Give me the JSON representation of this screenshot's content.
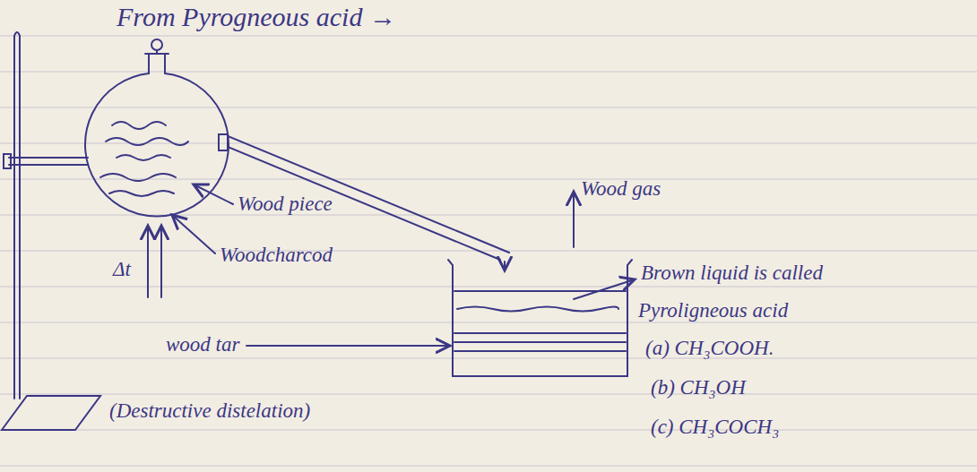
{
  "diagram": {
    "title": "From Pyrogneous acid →",
    "labels": [
      "Wood piece",
      "Wood gas",
      "Woodcharcod",
      "Δt",
      "wood tar",
      "Brown liquid is called",
      "Pyroligneous acid",
      "(a) CH₃COOH.",
      "(b) CH₃OH",
      "(c) CH₃COCH₃",
      "(Destructive distelation)"
    ]
  }
}
